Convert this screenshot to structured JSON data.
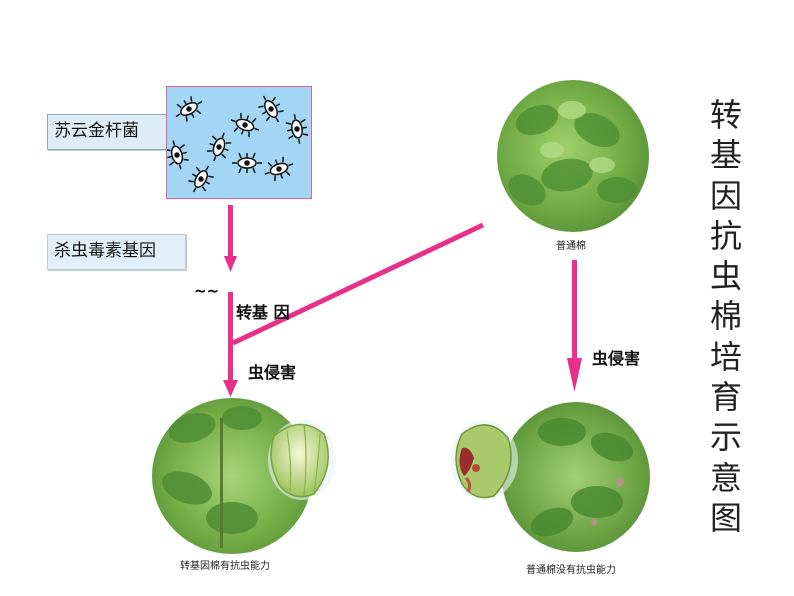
{
  "labels": {
    "bt": "苏云金杆菌",
    "toxin_gene": "杀虫毒素基因",
    "tilde": "~~",
    "transgene": "转基 因",
    "insect_left": "虫侵害",
    "insect_right": "虫侵害"
  },
  "captions": {
    "normal_cotton": "普通棉",
    "transgenic_result": "转基因棉有抗虫能力",
    "normal_result": "普通棉没有抗虫能力"
  },
  "title_vertical": "转基因抗虫棉培育示意图",
  "colors": {
    "arrow": "#e8308a",
    "bacteria_bg": "#a3d6f5",
    "leaf": "#6fae42"
  }
}
